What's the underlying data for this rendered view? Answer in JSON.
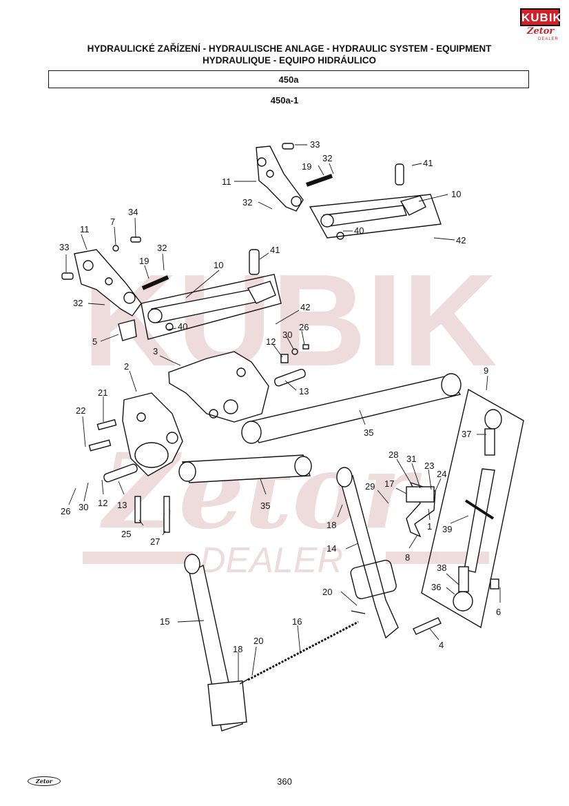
{
  "header": {
    "logo_top": "KUBIK",
    "logo_brand": "Zetor",
    "logo_dealer": "DEALER",
    "title_line1": "HYDRAULICKÉ ZAŘÍZENÍ - HYDRAULISCHE ANLAGE - HYDRAULIC SYSTEM - EQUIPMENT",
    "title_line2": "HYDRAULIQUE - EQUIPO HIDRÁULICO",
    "section_code": "450a",
    "sub_code": "450a-1"
  },
  "watermark": {
    "text1": "KUBIK",
    "text2": "Zetor",
    "text3": "DEALER"
  },
  "callouts": [
    "33",
    "32",
    "19",
    "41",
    "10",
    "11",
    "32",
    "40",
    "42",
    "34",
    "7",
    "11",
    "33",
    "32",
    "19",
    "10",
    "41",
    "32",
    "40",
    "42",
    "5",
    "26",
    "30",
    "12",
    "3",
    "13",
    "2",
    "9",
    "21",
    "22",
    "37",
    "35",
    "28",
    "31",
    "23",
    "24",
    "29",
    "17",
    "1",
    "26",
    "30",
    "12",
    "13",
    "35",
    "18",
    "39",
    "25",
    "27",
    "8",
    "14",
    "38",
    "36",
    "6",
    "20",
    "15",
    "16",
    "4",
    "18",
    "20"
  ],
  "footer": {
    "logo": "Zetor",
    "page_number": "360"
  },
  "colors": {
    "watermark": "#e9d0d0",
    "ink": "#111111",
    "logo_red": "#d0202a"
  }
}
